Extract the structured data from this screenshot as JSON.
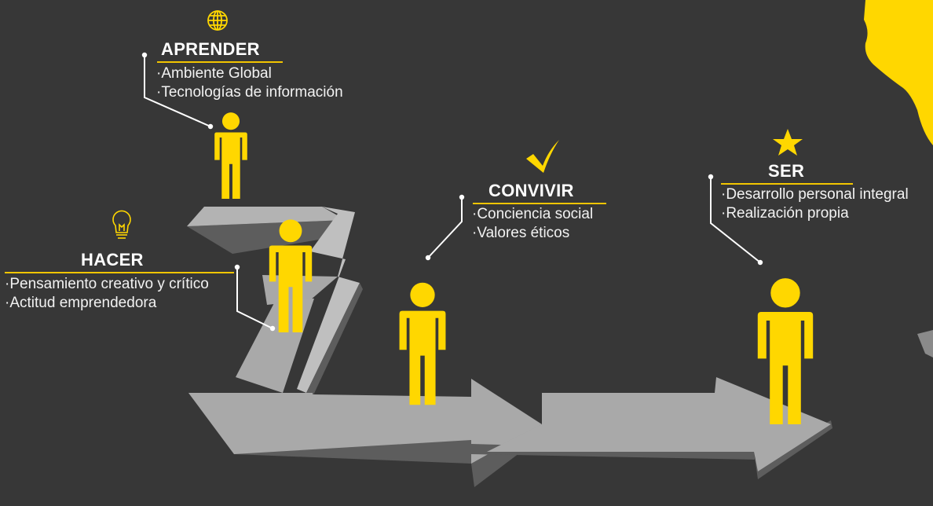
{
  "colors": {
    "background": "#373737",
    "accent": "#FFD700",
    "arrow": "#A9A9A9",
    "text": "#FFFFFF"
  },
  "stages": [
    {
      "id": "aprender",
      "icon": "globe-icon",
      "title": "APRENDER",
      "items": [
        "·Ambiente Global",
        "·Tecnologías de información"
      ]
    },
    {
      "id": "hacer",
      "icon": "lightbulb-icon",
      "title": "HACER",
      "items": [
        "·Pensamiento creativo y crítico",
        "·Actitud emprendedora"
      ]
    },
    {
      "id": "convivir",
      "icon": "checkmark-icon",
      "title": "CONVIVIR",
      "items": [
        "·Conciencia social",
        "·Valores éticos"
      ]
    },
    {
      "id": "ser",
      "icon": "star-icon",
      "title": "SER",
      "items": [
        "·Desarrollo personal integral",
        "·Realización propia"
      ]
    }
  ]
}
